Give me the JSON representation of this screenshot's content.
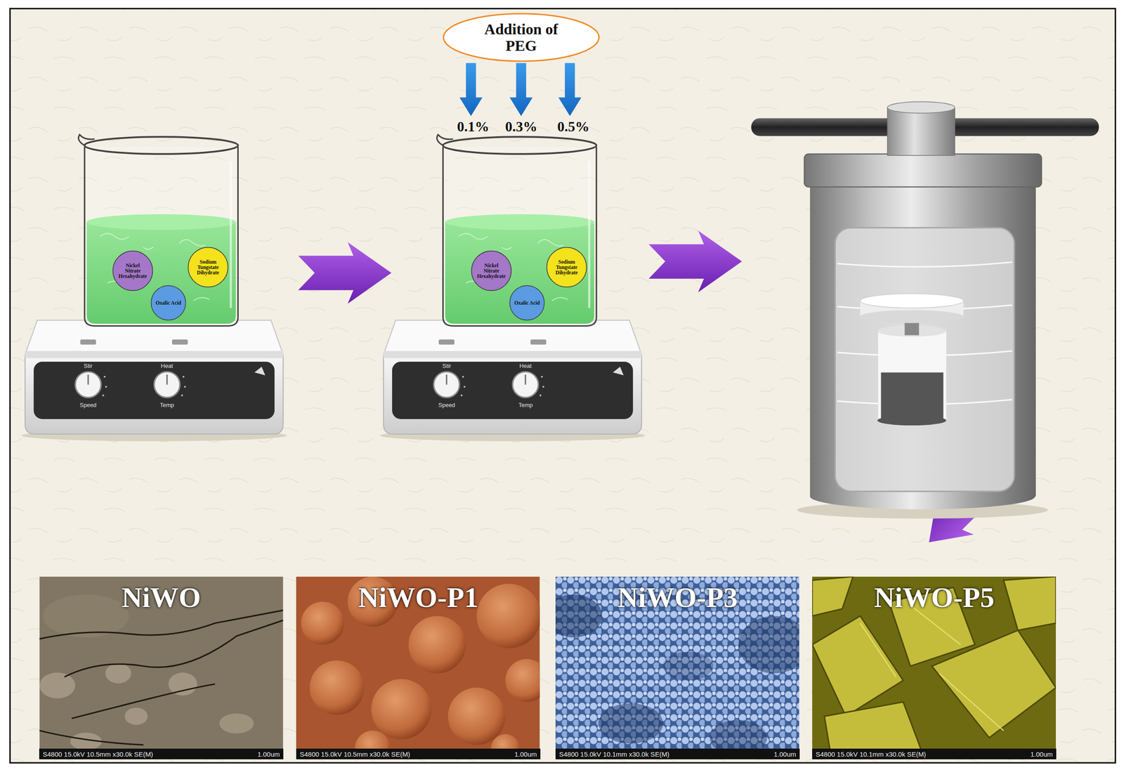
{
  "diagram": {
    "nodes": [
      {
        "text": [
          "Addition of PEG"
        ]
      },
      {
        "text": [
          "Nickel Nitrate Hexahydrate"
        ]
      },
      {
        "text": [
          "Sodium Tungstate Dihydrate"
        ]
      },
      {
        "text": [
          "Oxalic Acid"
        ]
      },
      {
        "text": [
          "Nickel Nitrate Hexahydrate"
        ]
      },
      {
        "text": [
          "Sodium Tungstate Dihydrate"
        ]
      },
      {
        "text": [
          "Oxalic Acid"
        ]
      },
      {
        "text": [
          "NiWO",
          "S4800 15.0kV 10.5mm x30.0k SE(M)",
          "1.00um"
        ]
      },
      {
        "text": [
          "NiWO-P1",
          "S4800 15.0kV 10.5mm x30.0k SE(M)",
          "1.00um"
        ]
      },
      {
        "text": [
          "NiWO-P3",
          "S4800 15.0kV 10.1mm x30.0k SE(M)",
          "1.00um"
        ]
      },
      {
        "text": [
          "NiWO-P5",
          "S4800 15.0kV 10.1mm x30.0k SE(M)",
          "1.00um"
        ]
      }
    ],
    "labels": [
      "0.1%",
      "0.3%",
      "0.5%",
      "Stir",
      "Heat",
      "Speed",
      "Temp",
      "Stir",
      "Heat",
      "Speed",
      "Temp"
    ]
  }
}
